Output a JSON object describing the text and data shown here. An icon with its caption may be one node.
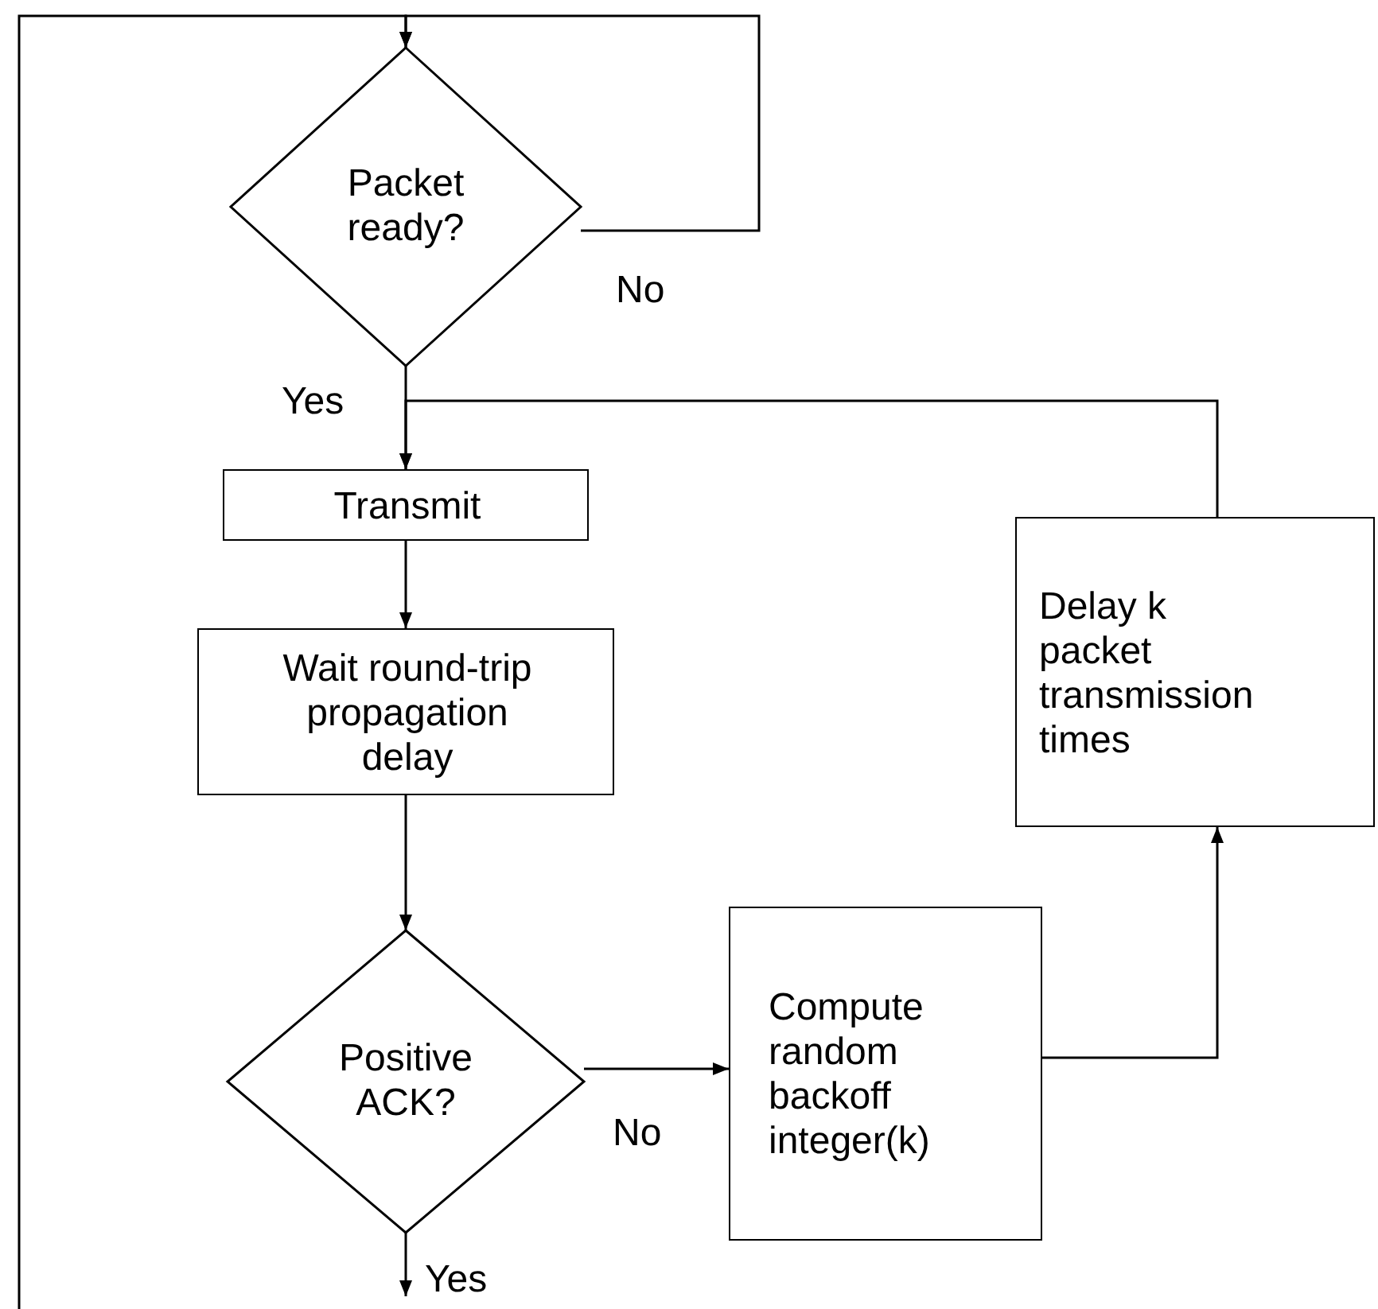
{
  "diagram": {
    "nodes": [
      {
        "text": [
          "Packet ready?"
        ]
      },
      {
        "text": [
          "Transmit"
        ]
      },
      {
        "text": [
          "Wait round-trip propagation delay"
        ]
      },
      {
        "text": [
          "Positive ACK?"
        ]
      },
      {
        "text": [
          "Compute random backoff integer(k)"
        ]
      },
      {
        "text": [
          "Delay k packet transmission times"
        ]
      }
    ],
    "edges": [
      {
        "from": 0,
        "to": 1,
        "arrow": "to",
        "label": "Yes"
      },
      {
        "from": 1,
        "to": 2,
        "arrow": "to"
      },
      {
        "from": 2,
        "to": 3,
        "arrow": "to"
      },
      {
        "from": 3,
        "to": 4,
        "arrow": "to",
        "label": "No"
      },
      {
        "from": 4,
        "to": 5,
        "arrow": "to"
      },
      {
        "from": 5,
        "to": 1,
        "arrow": "to"
      },
      {
        "from": 3,
        "to": null,
        "arrow": "to",
        "label": "Yes"
      },
      {
        "from": null,
        "to": 0,
        "arrow": "to"
      },
      {
        "from": 0,
        "to": 0,
        "arrow": "to",
        "label": "No"
      }
    ]
  }
}
